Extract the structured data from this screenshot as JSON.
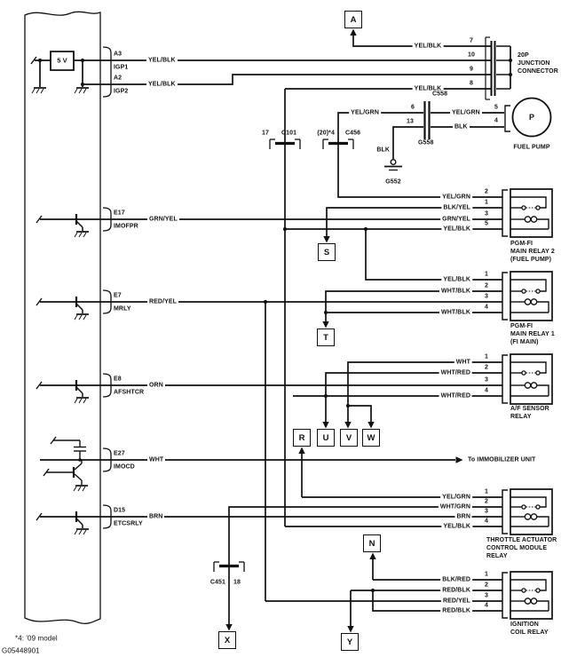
{
  "ecm": {
    "regulator": "5 V",
    "pins": [
      {
        "id": "A3",
        "signal": "IGP1",
        "wire": "YEL/BLK"
      },
      {
        "id": "A2",
        "signal": "IGP2",
        "wire": "YEL/BLK"
      },
      {
        "id": "E17",
        "signal": "IMOFPR",
        "wire": "GRN/YEL"
      },
      {
        "id": "E7",
        "signal": "MRLY",
        "wire": "RED/YEL"
      },
      {
        "id": "E8",
        "signal": "AFSHTCR",
        "wire": "ORN"
      },
      {
        "id": "E27",
        "signal": "IMOCD",
        "wire": "WHT"
      },
      {
        "id": "D15",
        "signal": "ETCSRLY",
        "wire": "BRN"
      }
    ]
  },
  "junction": {
    "name": "20P\nJUNCTION\nCONNECTOR",
    "pins": [
      "7",
      "10",
      "9",
      "8"
    ],
    "wire7": "YEL/BLK",
    "wire8": "YEL/BLK"
  },
  "c101": {
    "num": "17",
    "name": "C101"
  },
  "c456": {
    "num": "(20)*4",
    "name": "C456"
  },
  "c451": {
    "name": "C451",
    "num": "18"
  },
  "c558": {
    "name": "C558",
    "left_wire": "YEL/GRN",
    "right_wire": "YEL/GRN",
    "bottom_wire": "BLK",
    "pin6": "6",
    "pin13": "13",
    "pin5": "5",
    "pin4": "4"
  },
  "g552": {
    "name": "G552",
    "wire": "BLK"
  },
  "g558": {
    "name": "G558"
  },
  "pump": {
    "symbol": "P",
    "name": "FUEL PUMP"
  },
  "relays": [
    {
      "name": "PGM-FI\nMAIN RELAY 2\n(FUEL PUMP)",
      "pins": [
        {
          "n": "2",
          "c": "YEL/GRN"
        },
        {
          "n": "1",
          "c": "BLK/YEL"
        },
        {
          "n": "3",
          "c": "GRN/YEL"
        },
        {
          "n": "5",
          "c": "YEL/BLK"
        }
      ]
    },
    {
      "name": "PGM-FI\nMAIN RELAY 1\n(FI MAIN)",
      "pins": [
        {
          "n": "1",
          "c": "YEL/BLK"
        },
        {
          "n": "2",
          "c": "WHT/BLK"
        },
        {
          "n": "3",
          "c": ""
        },
        {
          "n": "4",
          "c": "WHT/BLK"
        }
      ]
    },
    {
      "name": "A/F SENSOR\nRELAY",
      "pins": [
        {
          "n": "1",
          "c": "WHT"
        },
        {
          "n": "2",
          "c": "WHT/RED"
        },
        {
          "n": "3",
          "c": ""
        },
        {
          "n": "4",
          "c": "WHT/RED"
        }
      ]
    },
    {
      "name": "THROTTLE ACTUATOR\nCONTROL MODULE\nRELAY",
      "pins": [
        {
          "n": "1",
          "c": "YEL/GRN"
        },
        {
          "n": "2",
          "c": "WHT/GRN"
        },
        {
          "n": "3",
          "c": "BRN"
        },
        {
          "n": "4",
          "c": "YEL/BLK"
        }
      ]
    },
    {
      "name": "IGNITION\nCOIL RELAY",
      "pins": [
        {
          "n": "1",
          "c": "BLK/RED"
        },
        {
          "n": "2",
          "c": "RED/BLK"
        },
        {
          "n": "3",
          "c": "RED/YEL"
        },
        {
          "n": "4",
          "c": "RED/BLK"
        }
      ]
    }
  ],
  "refs": [
    "A",
    "S",
    "T",
    "R",
    "U",
    "V",
    "W",
    "N",
    "X",
    "Y"
  ],
  "immobilizer": "To IMMOBILIZER UNIT",
  "footer": {
    "footnote": "*4: '09 model",
    "doc_id": "G05448901"
  },
  "colors": {
    "ink": "#111111",
    "paper": "#ffffff"
  }
}
